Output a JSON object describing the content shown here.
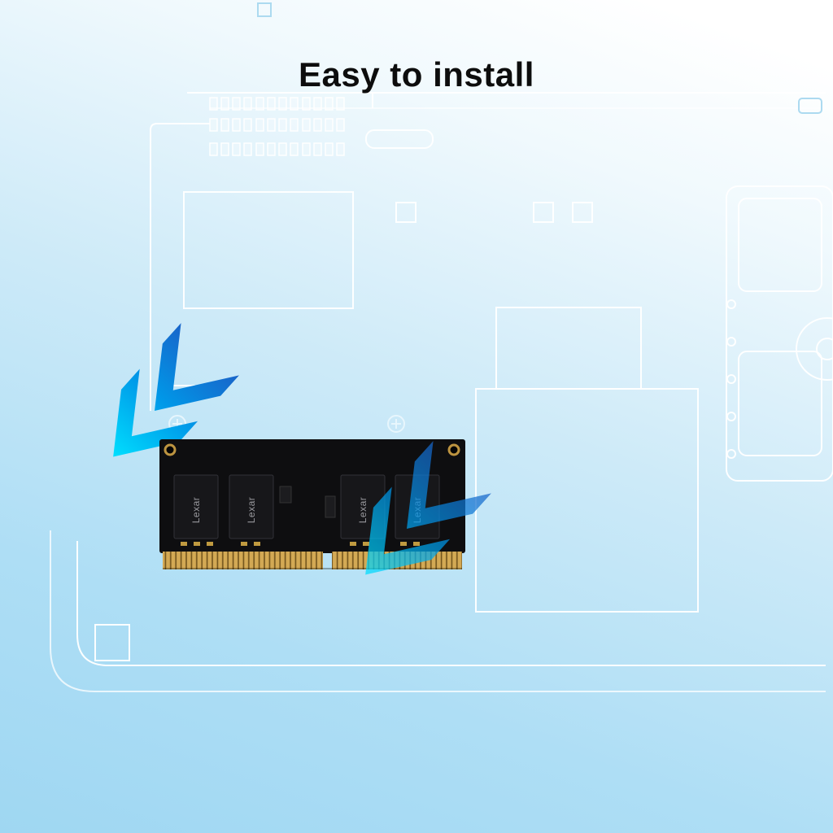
{
  "headline": "Easy to install",
  "ram": {
    "chip_label": "Lexar",
    "chip_count": 4
  },
  "colors": {
    "background_top": "#ffffff",
    "background_bottom": "#9fd7f2",
    "blueprint_line": "#ffffff",
    "arrow_dark": "#1b5fc6",
    "arrow_mid": "#0098e8",
    "arrow_tip": "#00e2ff",
    "pcb": "#0e0e10",
    "chip": "#17171a",
    "pin_gold": "#d3a954",
    "pin_separator": "#71541d",
    "screw_gold": "#bd9440"
  }
}
